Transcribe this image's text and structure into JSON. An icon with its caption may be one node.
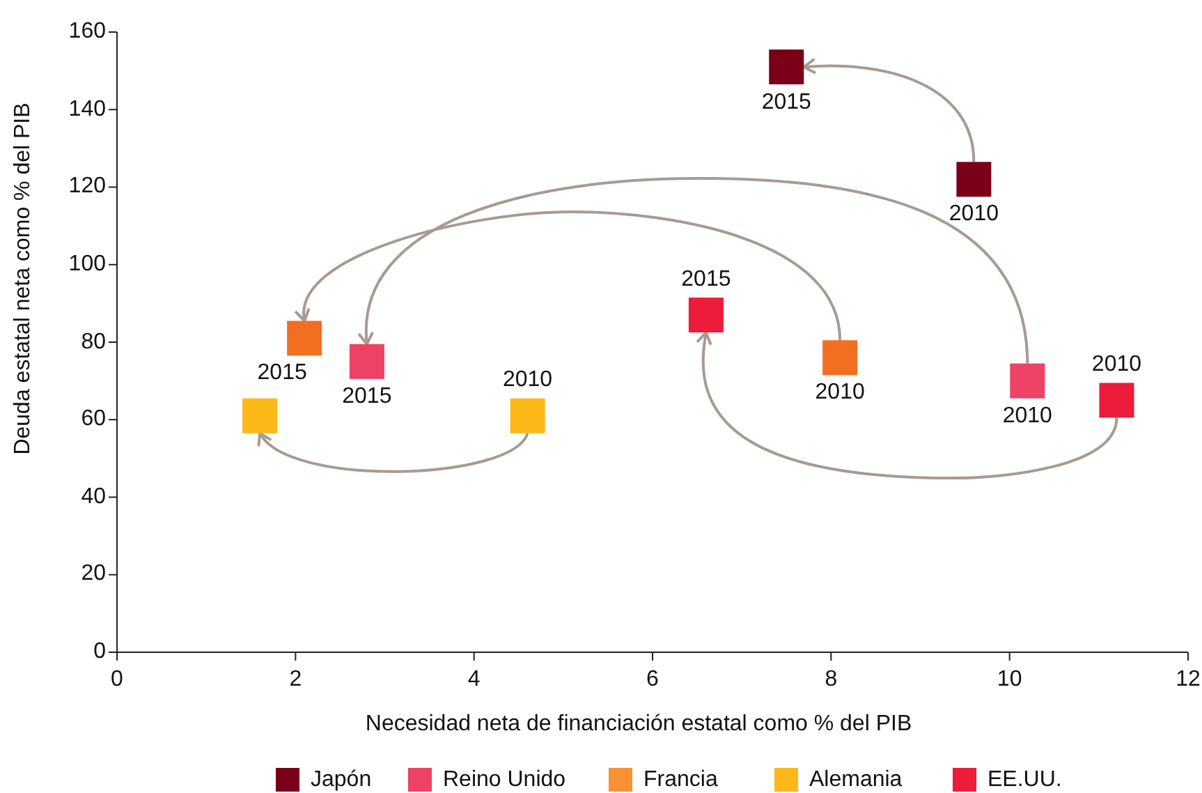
{
  "diagram": {
    "nodes": [
      {
        "text": [],
        "shape": "box",
        "beside": [
          "2010"
        ]
      },
      {
        "text": [],
        "shape": "box",
        "beside": [
          "2015"
        ]
      },
      {
        "text": [],
        "shape": "box",
        "beside": [
          "2010"
        ]
      },
      {
        "text": [],
        "shape": "box",
        "beside": [
          "2015"
        ]
      },
      {
        "text": [],
        "shape": "box",
        "beside": [
          "2010"
        ]
      },
      {
        "text": [],
        "shape": "box",
        "beside": [
          "2015"
        ]
      },
      {
        "text": [],
        "shape": "box",
        "beside": [
          "2010"
        ]
      },
      {
        "text": [],
        "shape": "box"
      },
      {
        "text": [],
        "shape": "box",
        "beside": [
          "2010"
        ]
      },
      {
        "text": [],
        "shape": "box",
        "beside": [
          "2015"
        ]
      }
    ],
    "edges": [
      {
        "from": 0,
        "to": 1,
        "arrow": "to"
      },
      {
        "from": 2,
        "to": 3,
        "arrow": "to"
      },
      {
        "from": 4,
        "to": 5,
        "arrow": "to"
      },
      {
        "from": 6,
        "to": 7,
        "arrow": "to"
      },
      {
        "from": 8,
        "to": 9,
        "arrow": "to"
      }
    ],
    "labels": [
      "Deuda estatal neta como % del PIB",
      "160",
      "140",
      "120",
      "100",
      "80",
      "60",
      "40",
      "20",
      "0",
      "0",
      "2",
      "4",
      "6",
      "8",
      "10",
      "12",
      "Necesidad neta de financiación estatal como % del PIB"
    ],
    "legend": [
      {
        "text": "Japón",
        "color": "#7a0019"
      },
      {
        "text": "Reino Unido",
        "color": "#ee4266"
      },
      {
        "text": "Francia",
        "color": "#f79232"
      },
      {
        "text": "Alemania",
        "color": "#fbb817"
      },
      {
        "text": "EE.UU.",
        "color": "#ec1c3a"
      }
    ]
  }
}
